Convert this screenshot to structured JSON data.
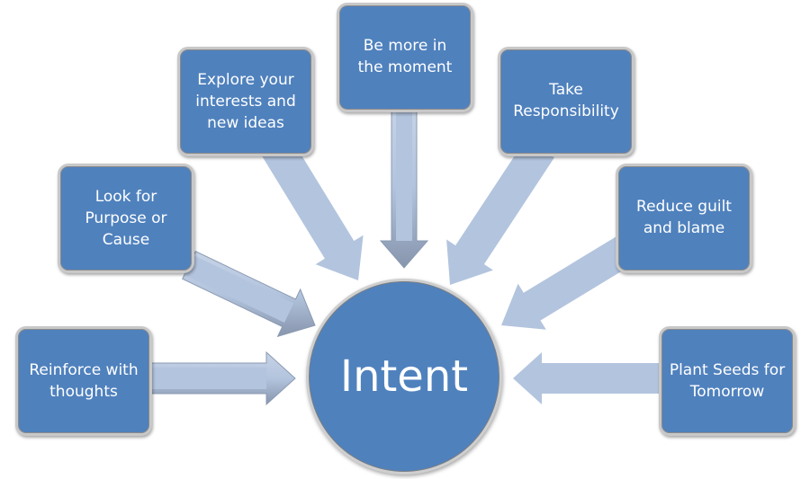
{
  "diagram": {
    "center": {
      "label": "Intent"
    },
    "nodes": [
      {
        "id": "reinforce",
        "label": "Reinforce with thoughts"
      },
      {
        "id": "purpose",
        "label": "Look for Purpose or Cause"
      },
      {
        "id": "explore",
        "label": "Explore your interests and new ideas"
      },
      {
        "id": "moment",
        "label": "Be more in the moment"
      },
      {
        "id": "responsibility",
        "label": "Take Responsibility"
      },
      {
        "id": "guilt",
        "label": "Reduce guilt and blame"
      },
      {
        "id": "seeds",
        "label": "Plant Seeds for Tomorrow"
      }
    ],
    "edges": [
      {
        "from": "reinforce",
        "to": "center"
      },
      {
        "from": "purpose",
        "to": "center"
      },
      {
        "from": "explore",
        "to": "center"
      },
      {
        "from": "moment",
        "to": "center"
      },
      {
        "from": "responsibility",
        "to": "center"
      },
      {
        "from": "guilt",
        "to": "center"
      },
      {
        "from": "seeds",
        "to": "center"
      }
    ],
    "colors": {
      "node_fill": "#4f81bd",
      "arrow_fill": "#b3c4de",
      "text": "#ffffff"
    }
  }
}
